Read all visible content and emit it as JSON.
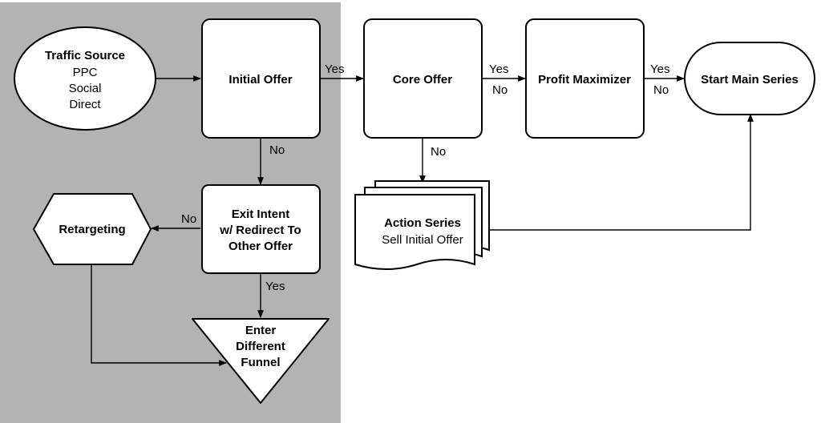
{
  "nodes": {
    "traffic_source": {
      "title": "Traffic Source",
      "lines": [
        "PPC",
        "Social",
        "Direct"
      ]
    },
    "initial_offer": {
      "title": "Initial Offer"
    },
    "core_offer": {
      "title": "Core Offer"
    },
    "profit_maximizer": {
      "title": "Profit Maximizer"
    },
    "start_main_series": {
      "title": "Start Main Series"
    },
    "exit_intent": {
      "lines": [
        "Exit Intent",
        "w/ Redirect To",
        "Other Offer"
      ]
    },
    "retargeting": {
      "title": "Retargeting"
    },
    "action_series": {
      "title": "Action Series",
      "subtitle": "Sell Initial Offer"
    },
    "enter_funnel": {
      "lines": [
        "Enter",
        "Different",
        "Funnel"
      ]
    }
  },
  "edges": {
    "initial_to_core": "Yes",
    "core_to_profit_yes": "Yes",
    "core_to_profit_no": "No",
    "profit_to_start_yes": "Yes",
    "profit_to_start_no": "No",
    "initial_to_exit": "No",
    "exit_to_retargeting": "No",
    "exit_to_enter": "Yes",
    "core_to_action": "No"
  },
  "colors": {
    "panel": "#b3b3b3",
    "shape_fill": "#ffffff",
    "stroke": "#000000"
  }
}
